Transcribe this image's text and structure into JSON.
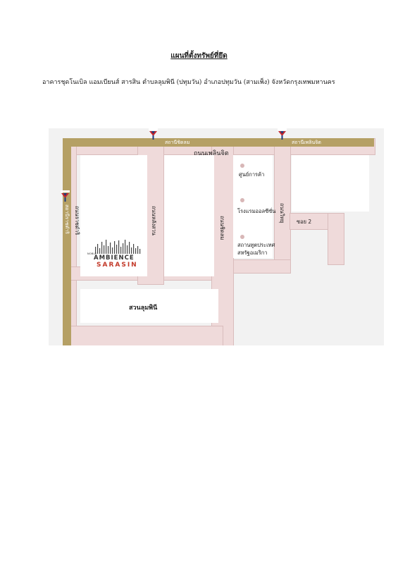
{
  "title": "แผนที่ตั้งทรัพย์ที่ยึด",
  "address": "อาคารชุดโนเบิล แอมเบียนส์ สารสิน ตำบลลุมพินี (ปทุมวัน) อำเภอปทุมวัน (สามเพ็ง)  จังหวัดกรุงเทพมหานคร",
  "map": {
    "roads": {
      "phloen_chit": "ถนนเพลินจิต",
      "ratchadamri": "ถนนราชดำริ",
      "lang_suan": "ถนนหลังสวน",
      "chit_lom": "ถนนชิดลม",
      "witthayu": "ถนนวิทยุ"
    },
    "stations": {
      "ratchadamri": "สถานีราชดำริ",
      "chit_lom": "สถานีชิดลม",
      "phloen_chit": "สถานีเพลินจิต"
    },
    "landmarks": {
      "mall": "ศูนย์การค้า",
      "hotel": "โรงแรมออลซีซั่น",
      "embassy_line1": "สถานทูตประเทศ",
      "embassy_line2": "สหรัฐอเมริกา",
      "soi": "ซอย 2",
      "park": "สวนลุมพินี"
    },
    "logo": {
      "brand": "NOBLE",
      "name": "AMBIENCE",
      "sub": "SARASIN"
    },
    "colors": {
      "road_fill": "#efdada",
      "main_road": "#b5a065",
      "block": "#ffffff",
      "bts_red": "#c4262e",
      "bts_navy": "#1f3b7a",
      "logo_red": "#c33a2a"
    },
    "icons": [
      "bts-station-icon",
      "bts-station-icon",
      "bts-station-icon"
    ]
  }
}
